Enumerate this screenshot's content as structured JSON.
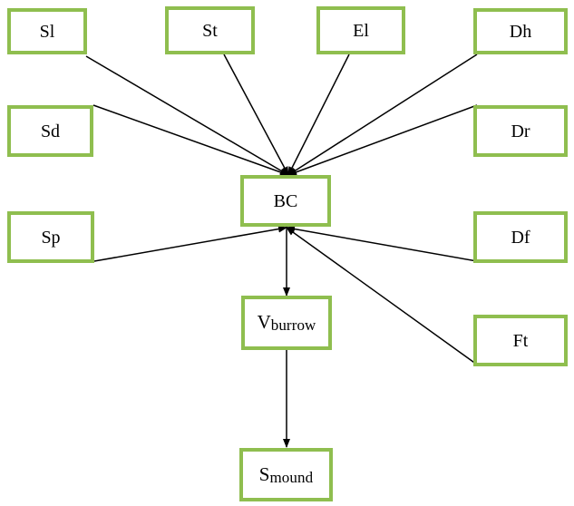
{
  "diagram": {
    "nodes": {
      "sl": {
        "label": "Sl"
      },
      "st": {
        "label": "St"
      },
      "el": {
        "label": "El"
      },
      "dh": {
        "label": "Dh"
      },
      "sd": {
        "label": "Sd"
      },
      "dr": {
        "label": "Dr"
      },
      "bc": {
        "label": "BC"
      },
      "sp": {
        "label": "Sp"
      },
      "df": {
        "label": "Df"
      },
      "vburrow": {
        "main": "V",
        "sub": "burrow"
      },
      "ft": {
        "label": "Ft"
      },
      "smound": {
        "main": "S",
        "sub": "mound"
      }
    },
    "colors": {
      "box_border": "#8fbe4f",
      "connector": "#000000"
    }
  }
}
